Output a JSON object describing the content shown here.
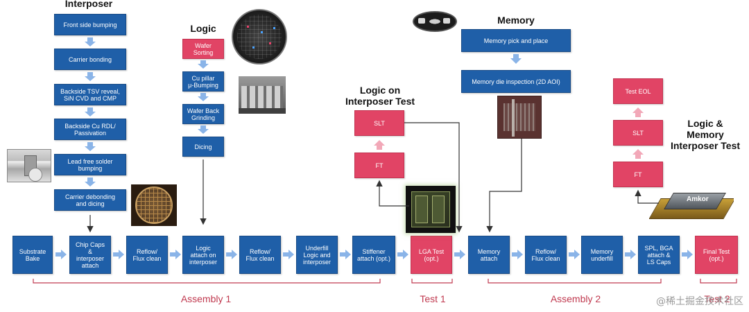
{
  "headings": {
    "interposer": "Interposer",
    "logic": "Logic",
    "memory": "Memory",
    "logic_on_interposer_test": "Logic on\nInterposer Test",
    "logic_memory_interposer_test": "Logic &\nMemory\nInterposer Test"
  },
  "interposer_steps": [
    "Front side bumping",
    "Carrier bonding",
    "Backside TSV reveal,\nSiN CVD and CMP",
    "Backside Cu RDL/\nPassivation",
    "Lead free solder\nbumping",
    "Carrier debonding\nand dicing"
  ],
  "logic_steps": [
    "Wafer\nSorting",
    "Cu pillar\nμ-Bumping",
    "Wafer Back\nGrinding",
    "Dicing"
  ],
  "memory_steps": [
    "Memory pick and place",
    "Memory die inspection (2D AOI)"
  ],
  "logic_on_interposer_tests": [
    "SLT",
    "FT"
  ],
  "final_tests": [
    "Test EOL",
    "SLT",
    "FT"
  ],
  "main_flow": [
    "Substrate\nBake",
    "Chip Caps\n&\ninterposer\nattach",
    "Reflow/\nFlux clean",
    "Logic\nattach on\ninterposer",
    "Reflow/\nFlux clean",
    "Underfill\nLogic and\ninterposer",
    "Stiffener\nattach (opt.)",
    "LGA Test\n(opt.)",
    "Memory\nattach",
    "Reflow/\nFlux clean",
    "Memory\nunderfill",
    "SPL, BGA\nattach &\nLS Caps",
    "Final Test\n(opt.)"
  ],
  "groups": [
    "Assembly 1",
    "Test 1",
    "Assembly 2",
    "Test 2"
  ],
  "chip_label": "Amkor",
  "watermark": "@稀土掘金技术社区",
  "colors": {
    "process_blue": "#1f5fa8",
    "test_pink": "#e14465",
    "connector_arrow": "#8ab4e8",
    "bracket": "#c0394f"
  }
}
